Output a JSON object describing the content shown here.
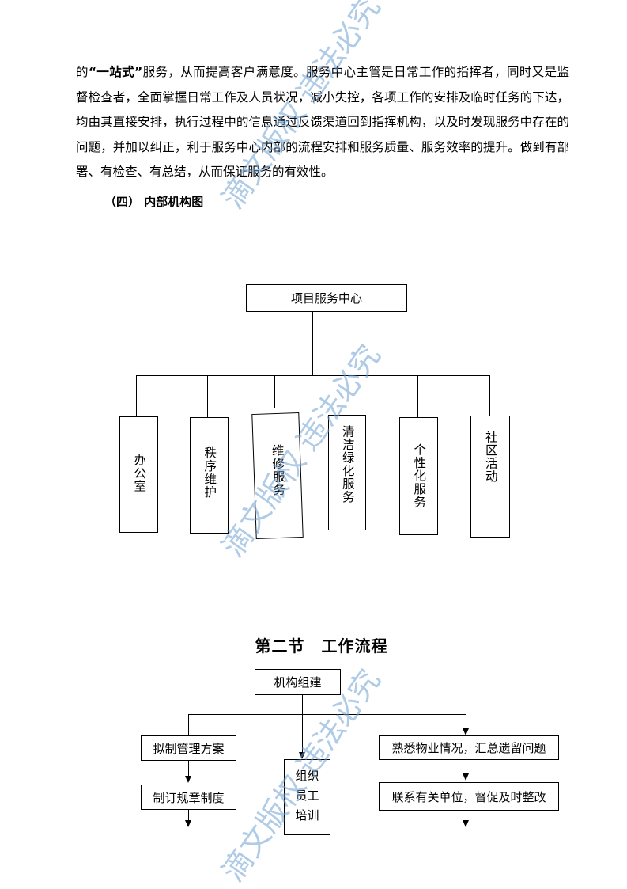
{
  "paragraph": {
    "prefix": "的",
    "bold": "“一站式”",
    "rest": "服务，从而提高客户满意度。服务中心主管是日常工作的指挥者，同时又是监督检查者，全面掌握日常工作及人员状况，减小失控，各项工作的安排及临时任务的下达，均由其直接安排，执行过程中的信息通过反馈渠道回到指挥机构，以及时发现服务中存在的问题，并加以纠正，利于服务中心内部的流程安排和服务质量、服务效率的提升。做到有部署、有检查、有总结，从而保证服务的有效性。"
  },
  "subheading": "（四） 内部机构图",
  "org_chart": {
    "root": "项目服务中心",
    "departments": [
      "办公室",
      "秩序维护",
      "维修服务",
      "清洁绿化服务",
      "个性化服务",
      "社区活动"
    ]
  },
  "section_title": "第二节　工作流程",
  "flow": {
    "root": "机构组建",
    "left": [
      "拟制管理方案",
      "制订规章制度"
    ],
    "middle": "组织员工培训",
    "middle_lines": [
      "组织",
      "员工",
      "培训"
    ],
    "right": [
      "熟悉物业情况，汇总遗留问题",
      "联系有关单位，督促及时整改"
    ]
  },
  "watermark": "滴文版权 违法必究"
}
